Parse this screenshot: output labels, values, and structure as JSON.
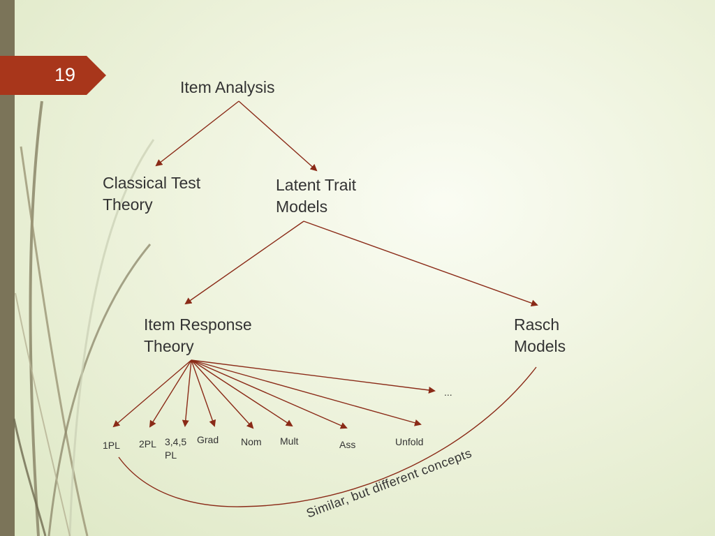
{
  "slide": {
    "number": "19",
    "accent_color": "#a8361b",
    "sidebar_color": "#7b7459",
    "arrow_color": "#8a2a17"
  },
  "diagram": {
    "root": "Item Analysis",
    "level1": {
      "left": [
        "Classical Test",
        "Theory"
      ],
      "right": [
        "Latent Trait",
        "Models"
      ]
    },
    "level2": {
      "left": [
        "Item Response",
        "Theory"
      ],
      "right": [
        "Rasch",
        "Models"
      ]
    },
    "irt_models": [
      "1PL",
      "2PL",
      "3,4,5",
      "PL",
      "Grad",
      "Nom",
      "Mult",
      "Ass",
      "Unfold",
      "..."
    ],
    "relation_caption": "Similar, but different concepts"
  }
}
